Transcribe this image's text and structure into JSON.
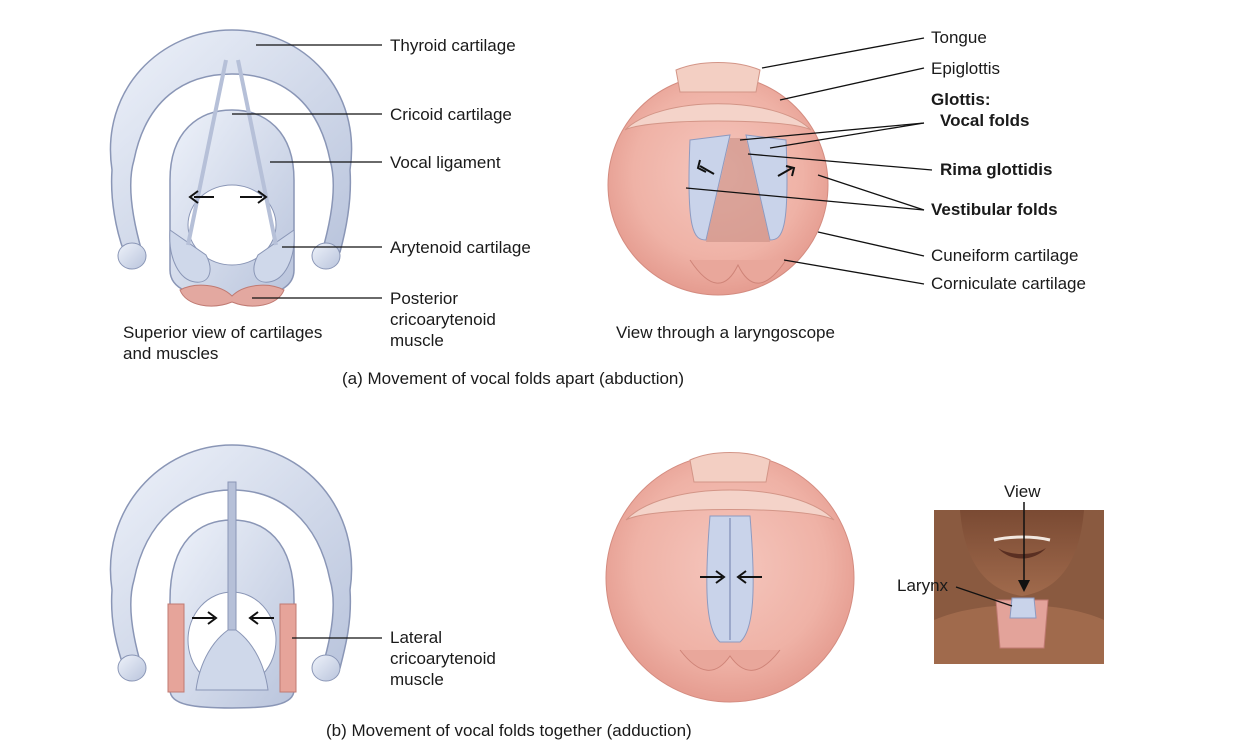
{
  "part_a": {
    "left_labels": {
      "thyroid": "Thyroid cartilage",
      "cricoid": "Cricoid cartilage",
      "vocal_ligament": "Vocal ligament",
      "arytenoid": "Arytenoid cartilage",
      "pca_1": "Posterior",
      "pca_2": "cricoarytenoid",
      "pca_3": "muscle"
    },
    "left_caption_1": "Superior view of cartilages",
    "left_caption_2": "and muscles",
    "right_labels": {
      "tongue": "Tongue",
      "epiglottis": "Epiglottis",
      "glottis": "Glottis:",
      "vocal_folds": "Vocal folds",
      "rima": "Rima glottidis",
      "vestibular": "Vestibular folds",
      "cuneiform": "Cuneiform cartilage",
      "corniculate": "Corniculate cartilage"
    },
    "right_caption": "View through a laryngoscope",
    "caption": "(a) Movement of vocal folds apart (abduction)"
  },
  "part_b": {
    "lca_1": "Lateral",
    "lca_2": "cricoarytenoid",
    "lca_3": "muscle",
    "view": "View",
    "larynx": "Larynx",
    "caption": "(b) Movement of vocal folds together (adduction)"
  }
}
